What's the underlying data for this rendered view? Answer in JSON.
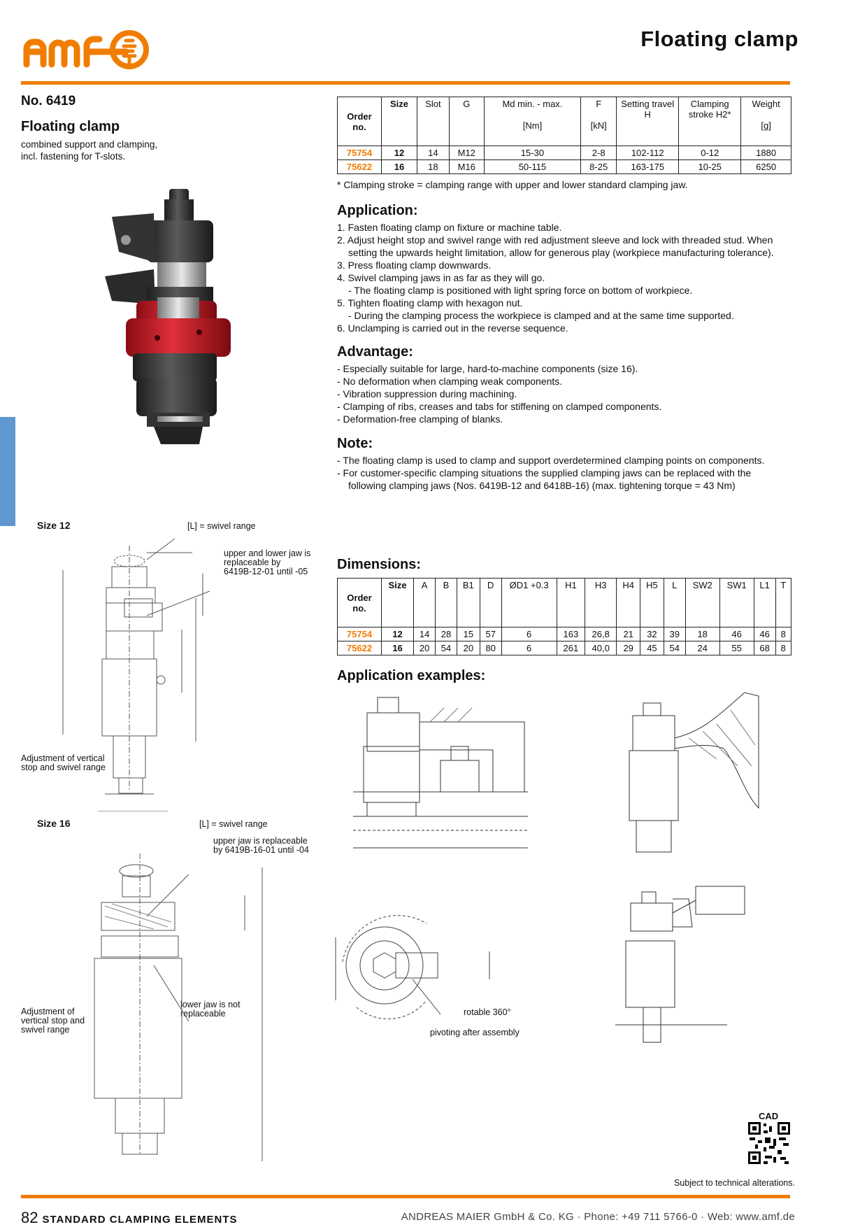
{
  "header": {
    "brand": "amf",
    "title": "Floating clamp"
  },
  "product": {
    "number": "No. 6419",
    "name": "Floating clamp",
    "description": [
      "combined support and clamping,",
      "incl. fastening for T-slots."
    ]
  },
  "order_table": {
    "headers": [
      {
        "top": "Order",
        "bottom": "no."
      },
      {
        "top": "Size",
        "bottom": ""
      },
      {
        "top": "Slot",
        "bottom": ""
      },
      {
        "top": "G",
        "bottom": ""
      },
      {
        "top": "Md min. - max.",
        "bottom": "[Nm]"
      },
      {
        "top": "F",
        "bottom": "[kN]"
      },
      {
        "top": "Setting travel H",
        "bottom": ""
      },
      {
        "top": "Clamping stroke H2*",
        "bottom": ""
      },
      {
        "top": "Weight",
        "bottom": "[g]"
      }
    ],
    "rows": [
      [
        "75754",
        "12",
        "14",
        "M12",
        "15-30",
        "2-8",
        "102-112",
        "0-12",
        "1880"
      ],
      [
        "75622",
        "16",
        "18",
        "M16",
        "50-115",
        "8-25",
        "163-175",
        "10-25",
        "6250"
      ]
    ]
  },
  "footnote": "* Clamping stroke = clamping range with upper and lower standard clamping jaw.",
  "application": {
    "heading": "Application:",
    "lines": [
      "1. Fasten floating clamp on fixture or machine table.",
      "2. Adjust height stop and swivel range with red adjustment sleeve and lock with threaded stud. When",
      "setting the upwards height limitation, allow for generous play (workpiece manufacturing tolerance).",
      "3. Press floating clamp downwards.",
      "4. Swivel clamping jaws in as far as they will go.",
      "- The floating clamp is positioned with light spring force on bottom of workpiece.",
      "5. Tighten floating clamp with hexagon nut.",
      "- During the clamping process the workpiece is clamped and at the same time supported.",
      "6. Unclamping is carried out in the reverse sequence."
    ]
  },
  "advantage": {
    "heading": "Advantage:",
    "lines": [
      "- Especially suitable for large, hard-to-machine components (size 16).",
      "- No deformation when clamping weak components.",
      "- Vibration suppression during machining.",
      "- Clamping of ribs, creases and tabs for stiffening on clamped components.",
      "- Deformation-free clamping of blanks."
    ]
  },
  "note": {
    "heading": "Note:",
    "lines": [
      "- The floating clamp is used to clamp and support overdetermined clamping points on components.",
      "- For customer-specific clamping situations the supplied clamping jaws can be replaced with the",
      "following clamping jaws (Nos. 6419B-12 and 6418B-16) (max. tightening torque = 43 Nm)"
    ]
  },
  "dimensions": {
    "heading": "Dimensions:",
    "headers": [
      {
        "top": "Order",
        "bottom": "no."
      },
      "Size",
      "A",
      "B",
      "B1",
      "D",
      "ØD1 +0.3",
      "H1",
      "H3",
      "H4",
      "H5",
      "L",
      "SW2",
      "SW1",
      "L1",
      "T"
    ],
    "rows": [
      [
        "75754",
        "12",
        "14",
        "28",
        "15",
        "57",
        "6",
        "163",
        "26,8",
        "21",
        "32",
        "39",
        "18",
        "46",
        "46",
        "8"
      ],
      [
        "75622",
        "16",
        "20",
        "54",
        "20",
        "80",
        "6",
        "261",
        "40,0",
        "29",
        "45",
        "54",
        "24",
        "55",
        "68",
        "8"
      ]
    ]
  },
  "application_examples": {
    "heading": "Application examples:"
  },
  "drawing12": {
    "size_label": "Size 12",
    "swivel_label": "[L] = swivel range",
    "jaw_note": [
      "upper and lower jaw is",
      "replaceable by",
      "6419B-12-01 until -05"
    ],
    "adjust_note": [
      "Adjustment of vertical",
      "stop and swivel range"
    ]
  },
  "drawing16": {
    "size_label": "Size 16",
    "swivel_label": "[L] = swivel range",
    "jaw_note": [
      "upper jaw is replaceable",
      "by 6419B-16-01 until -04"
    ],
    "lower_note": [
      "lower jaw is not",
      "replaceable"
    ],
    "adjust_note": [
      "Adjustment of",
      "vertical stop and",
      "swivel range"
    ]
  },
  "top_view": {
    "rotate_label": "rotable 360°",
    "pivot_label": "pivoting after assembly"
  },
  "cad_label": "CAD",
  "alterations": "Subject to technical alterations.",
  "footer": {
    "page_number": "82",
    "category": "STANDARD CLAMPING ELEMENTS",
    "company": "ANDREAS MAIER GmbH & Co. KG · Phone: +49 711 5766-0 · Web: www.amf.de"
  },
  "colors": {
    "accent": "#f07d00",
    "side_tab": "#5f97cf",
    "product_red": "#c8141e"
  }
}
